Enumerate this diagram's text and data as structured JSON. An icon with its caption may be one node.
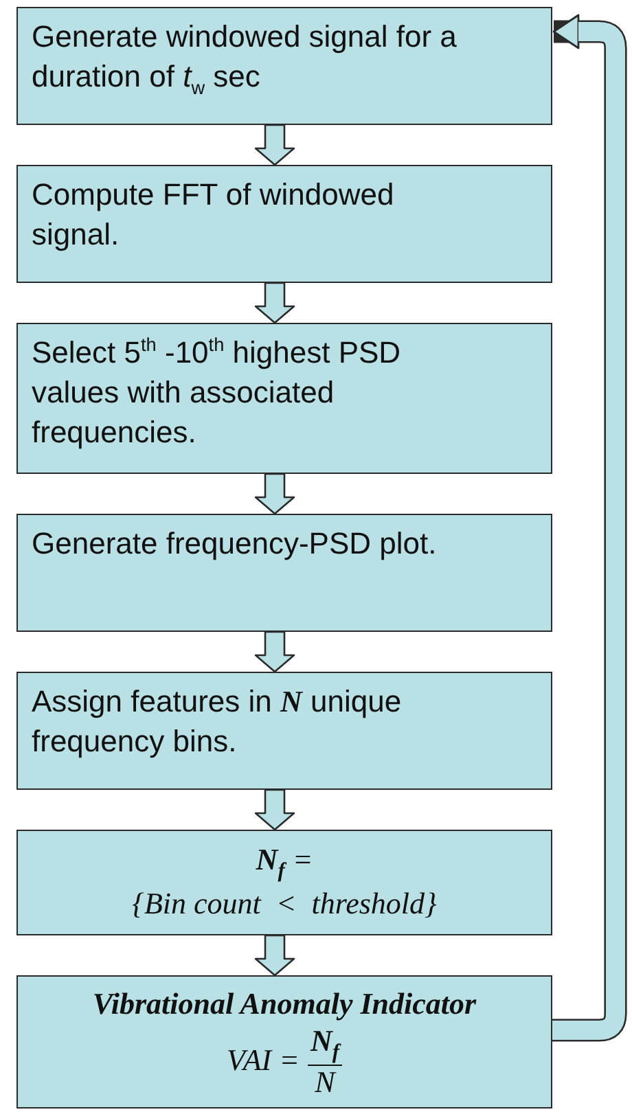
{
  "diagram": {
    "nodes": [
      {
        "text": [
          "Generate windowed signal for a duration of *t*$_{w}$ sec"
        ]
      },
      {
        "text": [
          "Compute FFT of windowed signal."
        ]
      },
      {
        "text": [
          "Select 5$^{th}$ -10$^{th}$ highest PSD values with associated frequencies."
        ]
      },
      {
        "text": [
          "Generate frequency-PSD plot."
        ]
      },
      {
        "text": [
          "Assign features in **N** unique frequency bins."
        ]
      },
      {
        "text": [
          "**N**$_{f}$ =",
          "{Bin count  <  threshold}"
        ]
      },
      {
        "text": [
          "Vibrational Anomaly Indicator",
          "VAI =",
          "N$_{f}$",
          "N"
        ]
      }
    ],
    "edges": [
      {
        "from": 0,
        "to": 1,
        "arrow": "to"
      },
      {
        "from": 1,
        "to": 2,
        "arrow": "to"
      },
      {
        "from": 2,
        "to": 3,
        "arrow": "to"
      },
      {
        "from": 3,
        "to": 4,
        "arrow": "to"
      },
      {
        "from": 4,
        "to": 5,
        "arrow": "to"
      },
      {
        "from": 5,
        "to": 6,
        "arrow": "to"
      },
      {
        "from": 6,
        "to": 0,
        "arrow": "to"
      }
    ]
  }
}
